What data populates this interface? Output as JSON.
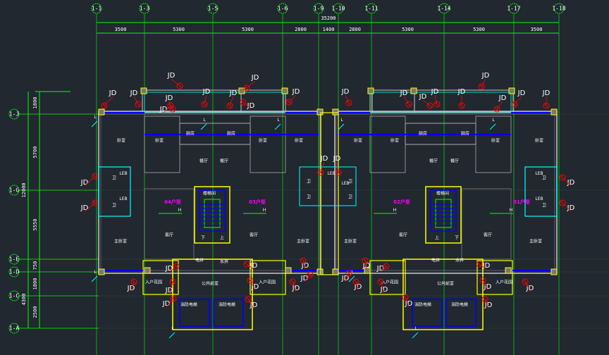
{
  "colors": {
    "background": "#212830",
    "axis": "#00ff00",
    "wall": "#c8c8c8",
    "column": "#ffff00",
    "window": "#0000ff",
    "pipe": "#00ffff",
    "marker": "#ff0000",
    "unit_label": "#ff00ff"
  },
  "top_axes": [
    "1-1",
    "1-3",
    "1-5",
    "1-6",
    "1-9",
    "1-10",
    "1-11",
    "1-14",
    "1-17",
    "1-18"
  ],
  "top_total_dim": "35200",
  "top_dims": [
    "3500",
    "5300",
    "5300",
    "2800",
    "1400",
    "2800",
    "5300",
    "5300",
    "3500"
  ],
  "left_axes": [
    "1-J",
    "1-G",
    "1-E",
    "1-D",
    "1-C",
    "1-A"
  ],
  "left_total_dims": [
    "12000",
    "4300"
  ],
  "left_dims": [
    "1800",
    "5700",
    "5550",
    "750",
    "1800",
    "2500"
  ],
  "rooms": [
    "卧室",
    "卧室",
    "厨房",
    "厨房",
    "卧室",
    "卧室",
    "餐厅",
    "餐厅",
    "卫",
    "卫",
    "客厅",
    "客厅",
    "主卧室",
    "主卧室",
    "入户花园",
    "入户花园",
    "公共前室",
    "消防电梯",
    "消防电梯",
    "楼梯间",
    "电井",
    "水井",
    "卧室",
    "卧室",
    "厨房",
    "厨房",
    "卧室",
    "卧室",
    "餐厅",
    "餐厅",
    "客厅",
    "客厅",
    "主卧室",
    "主卧室",
    "入户花园",
    "入户花园",
    "公共前室",
    "消防电梯",
    "消防电梯",
    "楼梯间",
    "卫",
    "卫",
    "卫",
    "卫",
    "卫",
    "卫",
    "电井",
    "水井",
    "上",
    "下",
    "上",
    "下"
  ],
  "units": [
    "04户型",
    "03户型",
    "02户型",
    "01户型"
  ],
  "jd_label": "JD",
  "leb_label": "LEB",
  "riser_label": "L",
  "level_label": "H"
}
